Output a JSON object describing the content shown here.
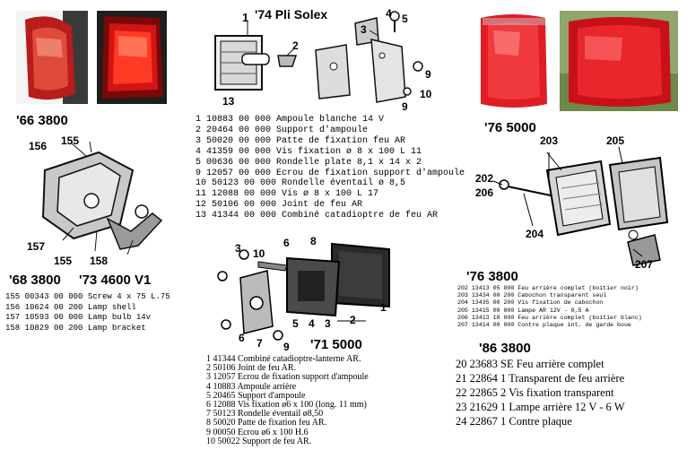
{
  "captions": {
    "c66": "'66 3800",
    "c74": "'74 Pli Solex",
    "c76a": "'76 5000",
    "c68": "'68 3800",
    "c73": "'73 4600 V1",
    "c71": "'71 5000",
    "c76b": "'76 3800",
    "c86": "'86 3800"
  },
  "callouts": {
    "d74": [
      "1",
      "2",
      "3",
      "4",
      "5",
      "13",
      "9",
      "10",
      "9"
    ],
    "d68": [
      "156",
      "155",
      "157",
      "155",
      "158"
    ],
    "d76": [
      "203",
      "205",
      "202",
      "206",
      "204",
      "207"
    ],
    "d71": [
      "3",
      "10",
      "6",
      "8",
      "6",
      "7",
      "5",
      "4",
      "3",
      "2",
      "1",
      "9"
    ]
  },
  "list74": [
    "1  10883 00 000 Ampoule blanche 14 V",
    "2  20464 00 000 Support d'ampoule",
    "3  50020 00 000 Patte de fixation feu AR",
    "4  41359 00 000 Vis fixation ø 8 x 100 L 11",
    "5  00636 00 000 Rondelle plate 8,1 x 14 x 2",
    "9  12057 00 000 Ecrou de fixation support d'ampoule",
    "10 50123 00 000 Rondelle éventail ø 8,5",
    "11 12088 00 000 Vis ø 8 x 100 L 17",
    "12 50106 00 000 Joint de feu AR",
    "13 41344 00 000 Combiné catadioptre de feu AR"
  ],
  "list68": [
    "155 00343 00 000 Screw 4 x 75 L.75",
    "156 10624 00 200 Lamp  shell",
    "157 10593 00 000 Lamp bulb 14v",
    "158 10829 00 200 Lamp bracket"
  ],
  "list71": [
    "1  41344 Combiné catadioptre-lanterne AR.",
    "2  50106 Joint de feu AR.",
    "3  12057 Ecrou de fixation support d'ampoule",
    "4  10883 Ampoule arrière",
    "5  20465 Support d'ampoule",
    "6  12088 Vis fixation ø6 x 100 (long. 11 mm)",
    "7  50123 Rondelle éventail ø8,50",
    "8  50020 Patte de fixation feu AR.",
    "9  00050 Ecrou ø6 x 100 H.6",
    "10 50022 Support de feu AR."
  ],
  "list76": [
    "202  13413 05 000  Feu arrière complet (boitier noir)",
    "203  13434 00 200  Cabochon transparent seul",
    "204  13435 00 200  Vis fixation de cabochon",
    "205  13415 00 000  Lampe AR 12V - 0,5 A",
    "206  13413 18 000  Feu arrière complet (boitier blanc)",
    "207  13414 00 000  Contre plaque int. de garde boue"
  ],
  "list86": [
    "20 23683  SE  Feu arrière complet",
    "21 22864   1   Transparent de feu arrière",
    "22 22865   2   Vis fixation transparent",
    "23 21629   1   Lampe arrière 12 V - 6 W",
    "24 22867   1   Contre plaque"
  ]
}
